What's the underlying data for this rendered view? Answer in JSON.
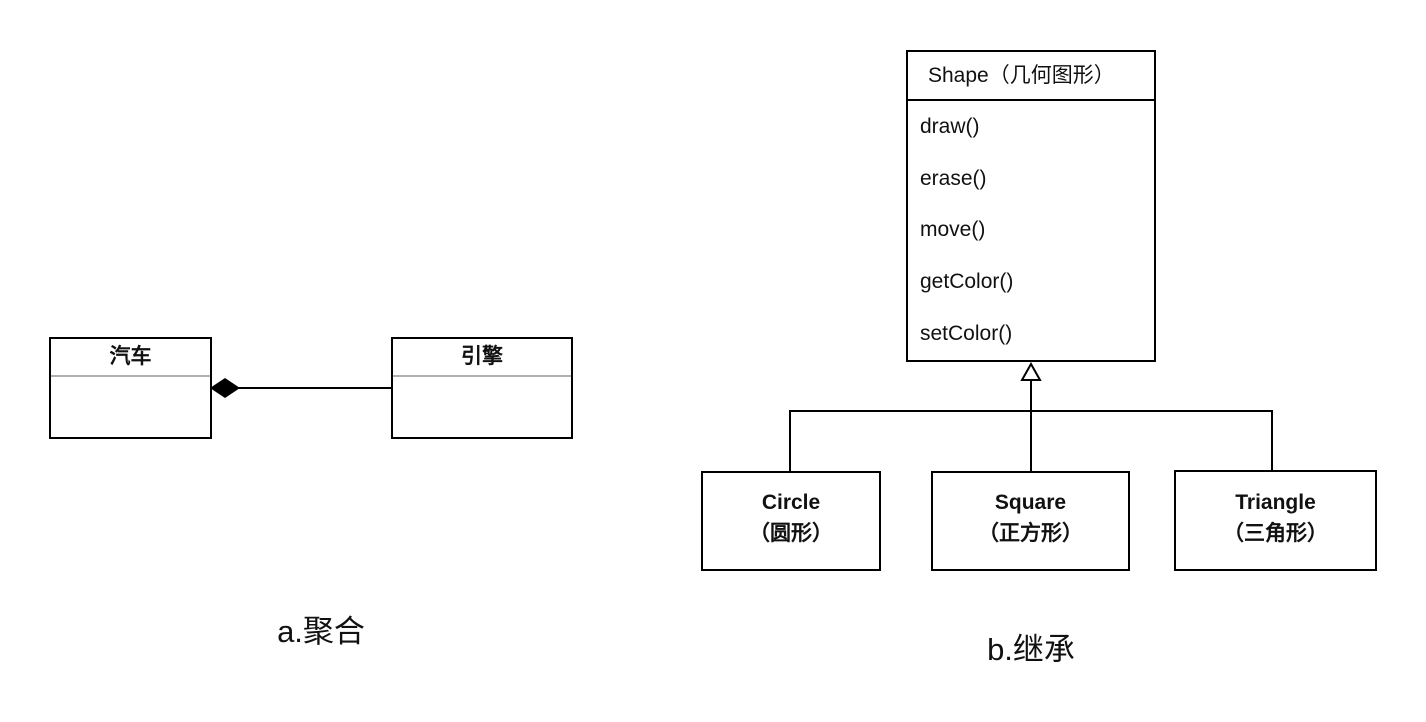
{
  "colors": {
    "background": "#ffffff",
    "line": "#000000",
    "divider": "#b0b0b0",
    "text": "#111111"
  },
  "aggregation": {
    "caption": "a.聚合",
    "whole_class": {
      "name": "汽车"
    },
    "part_class": {
      "name": "引擎"
    },
    "connector_icon": "filled-diamond"
  },
  "inheritance": {
    "caption": "b.继承",
    "shape": {
      "title": "Shape（几何图形）",
      "methods": [
        "draw()",
        "erase()",
        "move()",
        "getColor()",
        "setColor()"
      ]
    },
    "subclasses": [
      {
        "name": "Circle",
        "chinese": "（圆形）"
      },
      {
        "name": "Square",
        "chinese": "（正方形）"
      },
      {
        "name": "Triangle",
        "chinese": "（三角形）"
      }
    ],
    "connector_icon": "hollow-triangle-arrow"
  }
}
